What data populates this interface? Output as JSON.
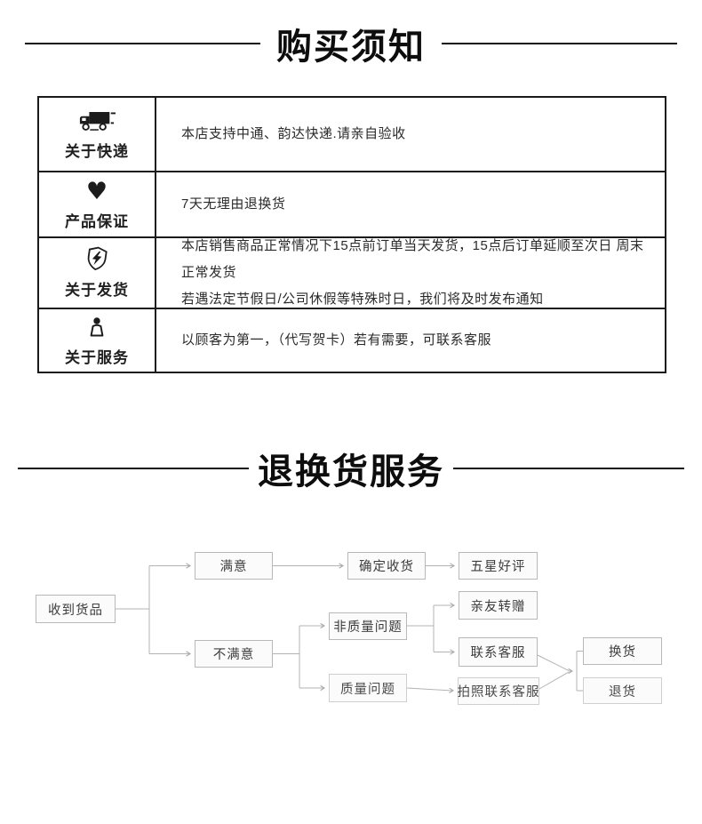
{
  "headers": {
    "purchase_notice": "购买须知",
    "return_service": "退换货服务"
  },
  "notice_table": {
    "rows": [
      {
        "icon": "delivery-truck-icon",
        "label": "关于快递",
        "lines": [
          "本店支持中通、韵达快递.请亲自验收"
        ]
      },
      {
        "icon": "heart-icon",
        "label": "产品保证",
        "lines": [
          "7天无理由退换货"
        ]
      },
      {
        "icon": "shield-lightning-icon",
        "label": "关于发货",
        "lines": [
          "本店销售商品正常情况下15点前订单当天发货，15点后订单延顺至次日 周末正常发货",
          "若遇法定节假日/公司休假等特殊时日，我们将及时发布通知"
        ]
      },
      {
        "icon": "person-icon",
        "label": "关于服务",
        "lines": [
          "以顾客为第一，（代写贺卡）若有需要，可联系客服"
        ]
      }
    ]
  },
  "flowchart": {
    "nodes": [
      {
        "id": "received-goods",
        "label": "收到货品"
      },
      {
        "id": "satisfied",
        "label": "满意"
      },
      {
        "id": "confirm-receipt",
        "label": "确定收货"
      },
      {
        "id": "five-star-review",
        "label": "五星好评"
      },
      {
        "id": "unsatisfied",
        "label": "不满意"
      },
      {
        "id": "non-quality-issue",
        "label": "非质量问题"
      },
      {
        "id": "gift-to-friends",
        "label": "亲友转赠"
      },
      {
        "id": "contact-service",
        "label": "联系客服"
      },
      {
        "id": "quality-issue",
        "label": "质量问题"
      },
      {
        "id": "photo-contact-service",
        "label": "拍照联系客服"
      },
      {
        "id": "exchange-goods",
        "label": "换货"
      },
      {
        "id": "return-goods",
        "label": "退货"
      }
    ]
  },
  "colors": {
    "table_border": "#1a1a1a",
    "flow_box_border": "#b8b8b8",
    "flow_box_fill": "#fbfbfb",
    "flow_connector": "#b3b3b3",
    "title_text": "#0d0d0d",
    "body_text": "#2b2b2b"
  }
}
